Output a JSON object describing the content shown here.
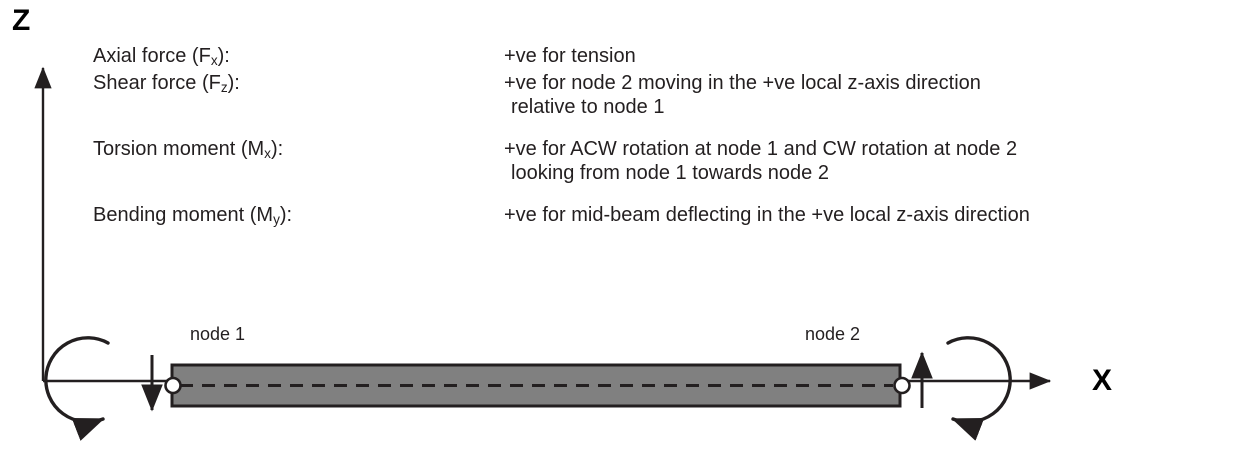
{
  "diagram": {
    "axes": {
      "z_label": "Z",
      "x_label": "X"
    },
    "conventions": [
      {
        "name": "Axial force (F",
        "name_sub": "x",
        "name_tail": "):",
        "desc": "+ve for tension",
        "cont": ""
      },
      {
        "name": "Shear force (F",
        "name_sub": "z",
        "name_tail": "):",
        "desc": "+ve for node 2 moving in the +ve local z-axis direction",
        "cont": "relative to node 1"
      },
      {
        "name": "Torsion moment (M",
        "name_sub": "x",
        "name_tail": "):",
        "desc": "+ve for ACW rotation at node 1 and CW rotation at node 2",
        "cont": "looking from node 1 towards node 2"
      },
      {
        "name": "Bending moment (M",
        "name_sub": "y",
        "name_tail": "):",
        "desc": "+ve for mid-beam deflecting in the +ve local z-axis direction",
        "cont": ""
      }
    ],
    "beam": {
      "node_1_label": "node 1",
      "node_2_label": "node 2"
    },
    "colors": {
      "beam_fill": "#808080",
      "beam_stroke": "#231f20",
      "text": "#231f20",
      "axis": "#231f20",
      "background": "#ffffff"
    }
  }
}
